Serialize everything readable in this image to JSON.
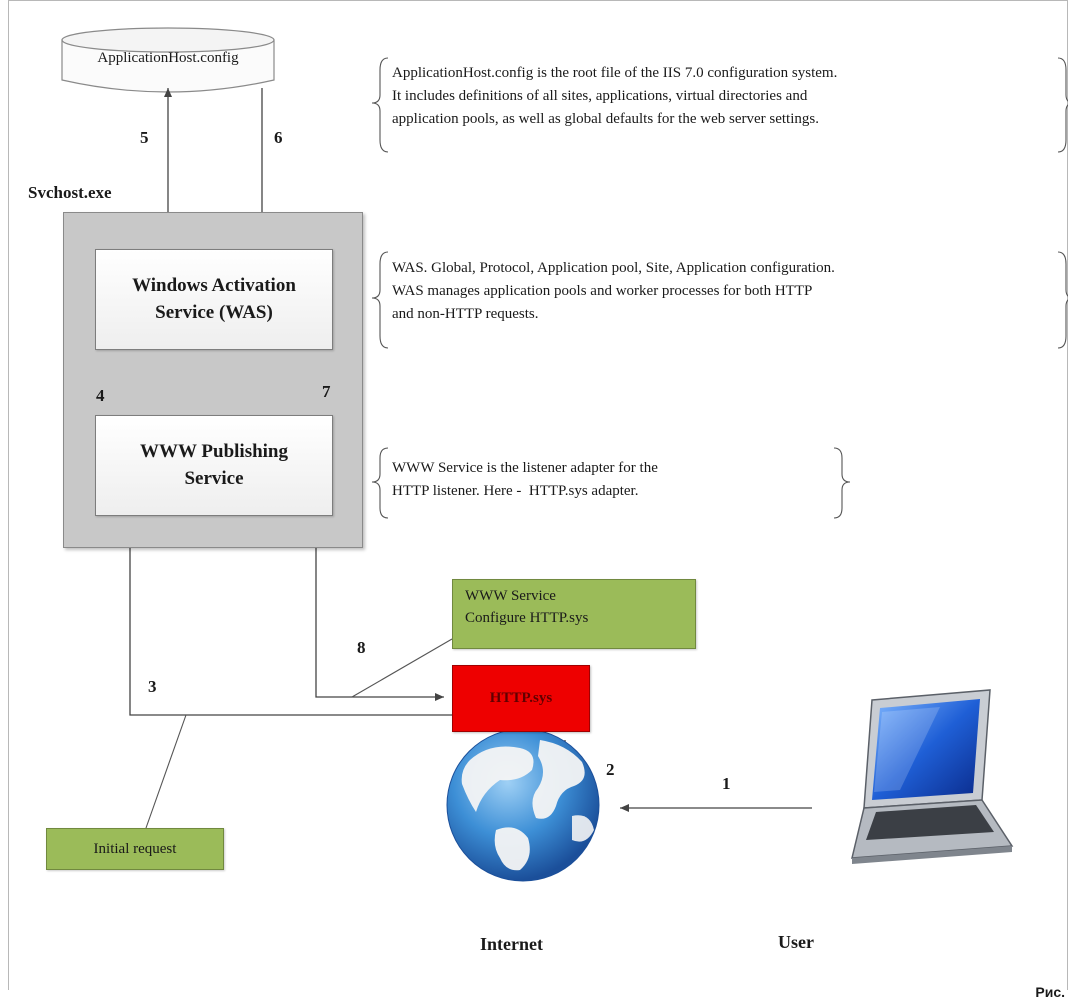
{
  "diagram": {
    "config_file": "ApplicationHost.config",
    "svchost_label": "Svchost.exe",
    "was_label": "Windows Activation\nService (WAS)",
    "www_label": "WWW Publishing\nService",
    "notes": {
      "config": "ApplicationHost.config is the root file of the IIS 7.0 configuration system.\nIt includes definitions of all sites, applications, virtual directories and\napplication pools, as well as global defaults for the web server settings.",
      "was": "WAS. Global, Protocol, Application pool, Site, Application configuration.\nWAS manages application pools and worker processes for both HTTP\nand non-HTTP requests.",
      "www": "WWW Service is the listener adapter for the\nHTTP listener. Here -  HTTP.sys adapter."
    },
    "www_service_box": "WWW Service\nConfigure HTTP.sys",
    "http_sys": "HTTP.sys",
    "initial_request": "Initial request",
    "internet_label": "Internet",
    "user_label": "User",
    "steps": {
      "s1": "1",
      "s2": "2",
      "s3": "3",
      "s4": "4",
      "s5": "5",
      "s6": "6",
      "s7": "7",
      "s8": "8"
    },
    "caption_suffix": "Рис.",
    "colors": {
      "green_box": "#9bbb59",
      "http_box": "#ee0000",
      "container": "#c8c8c8"
    },
    "icons": [
      "globe-icon",
      "laptop-icon"
    ]
  }
}
